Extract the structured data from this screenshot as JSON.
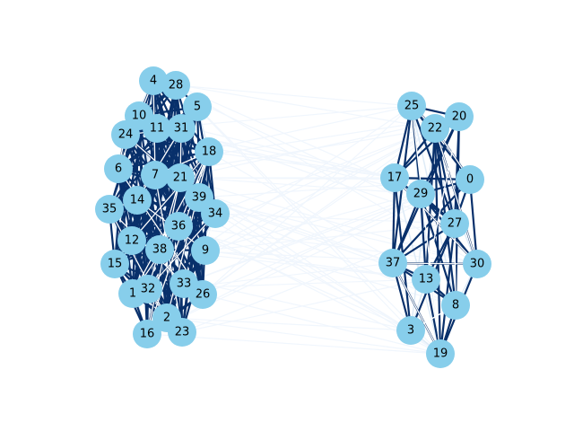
{
  "graph": {
    "colors": {
      "node_fill": "#87ceeb",
      "edge_strong": "#08306b",
      "edge_mid": "#2171b5",
      "edge_weak": "#deebf7",
      "edge_faint": "#f0f6fd"
    },
    "nodes": [
      {
        "id": "0",
        "label": "0"
      },
      {
        "id": "1",
        "label": "1"
      },
      {
        "id": "2",
        "label": "2"
      },
      {
        "id": "3",
        "label": "3"
      },
      {
        "id": "4",
        "label": "4"
      },
      {
        "id": "5",
        "label": "5"
      },
      {
        "id": "6",
        "label": "6"
      },
      {
        "id": "7",
        "label": "7"
      },
      {
        "id": "8",
        "label": "8"
      },
      {
        "id": "9",
        "label": "9"
      },
      {
        "id": "10",
        "label": "10"
      },
      {
        "id": "11",
        "label": "11"
      },
      {
        "id": "12",
        "label": "12"
      },
      {
        "id": "13",
        "label": "13"
      },
      {
        "id": "14",
        "label": "14"
      },
      {
        "id": "15",
        "label": "15"
      },
      {
        "id": "16",
        "label": "16"
      },
      {
        "id": "17",
        "label": "17"
      },
      {
        "id": "18",
        "label": "18"
      },
      {
        "id": "19",
        "label": "19"
      },
      {
        "id": "20",
        "label": "20"
      },
      {
        "id": "21",
        "label": "21"
      },
      {
        "id": "22",
        "label": "22"
      },
      {
        "id": "23",
        "label": "23"
      },
      {
        "id": "24",
        "label": "24"
      },
      {
        "id": "25",
        "label": "25"
      },
      {
        "id": "26",
        "label": "26"
      },
      {
        "id": "27",
        "label": "27"
      },
      {
        "id": "28",
        "label": "28"
      },
      {
        "id": "29",
        "label": "29"
      },
      {
        "id": "30",
        "label": "30"
      },
      {
        "id": "31",
        "label": "31"
      },
      {
        "id": "32",
        "label": "32"
      },
      {
        "id": "33",
        "label": "33"
      },
      {
        "id": "34",
        "label": "34"
      },
      {
        "id": "35",
        "label": "35"
      },
      {
        "id": "36",
        "label": "36"
      },
      {
        "id": "37",
        "label": "37"
      },
      {
        "id": "38",
        "label": "38"
      },
      {
        "id": "39",
        "label": "39"
      }
    ],
    "clusters": [
      [
        "4",
        "28",
        "5",
        "10",
        "11",
        "31",
        "24",
        "18",
        "6",
        "7",
        "21",
        "39",
        "34",
        "14",
        "35",
        "36",
        "12",
        "38",
        "9",
        "15",
        "1",
        "32",
        "33",
        "26",
        "2",
        "16",
        "23"
      ],
      [
        "25",
        "20",
        "22",
        "17",
        "29",
        "0",
        "27",
        "37",
        "30",
        "13",
        "8",
        "3",
        "19"
      ]
    ]
  }
}
